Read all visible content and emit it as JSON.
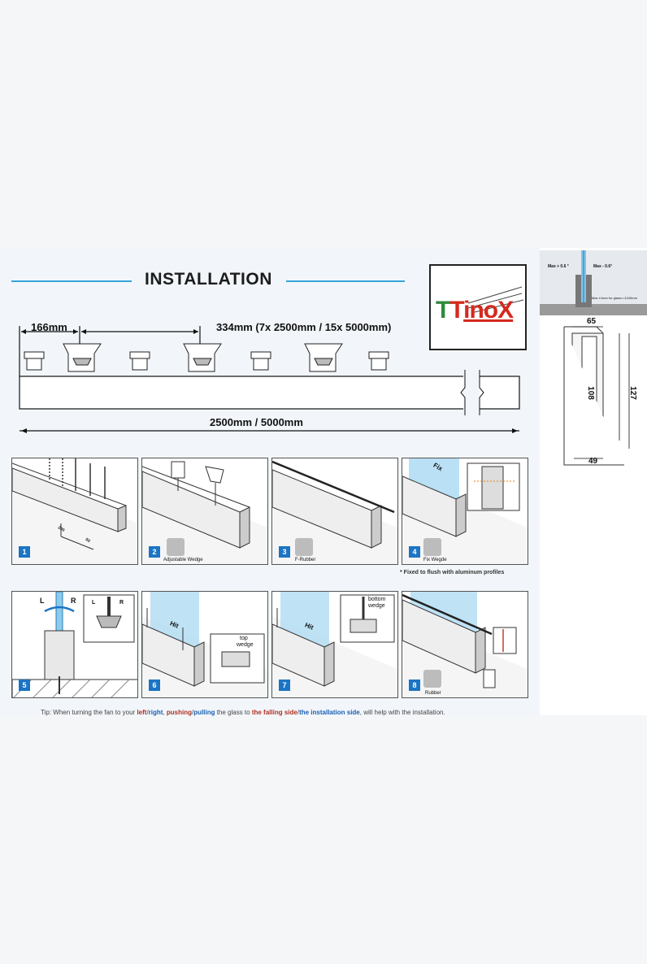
{
  "header": {
    "title": "INSTALLATION"
  },
  "logo": {
    "part1": "T",
    "part2": "T",
    "part3": "inoX"
  },
  "top_diagram": {
    "dim_left": "166mm",
    "dim_mid": "334mm (7x 2500mm / 15x 5000mm)",
    "dim_total": "2500mm / 5000mm"
  },
  "steps": [
    {
      "num": "1",
      "label": "",
      "dims": [
        "200",
        "50"
      ]
    },
    {
      "num": "2",
      "label": "Adjustable Wedge"
    },
    {
      "num": "3",
      "label": "F-Rubber"
    },
    {
      "num": "4",
      "label": "Fix Wegde",
      "arrow_text": "Fix"
    },
    {
      "num": "5",
      "label": "",
      "left": "L",
      "right": "R"
    },
    {
      "num": "6",
      "label": "",
      "hit": "Hit",
      "callout_1": "top",
      "callout_2": "wedge"
    },
    {
      "num": "7",
      "label": "",
      "hit": "Hit",
      "callout_1": "bottom",
      "callout_2": "wedge"
    },
    {
      "num": "8",
      "label": "Rubber"
    }
  ],
  "footnote": "* Fixed to flush with aluminum profiles",
  "tip": {
    "t1": "Tip: When turning the fan to your ",
    "left": "left",
    "slash1": "/",
    "right": "right",
    "t2": ", ",
    "pushing": "pushing",
    "slash2": "/",
    "pulling": "pulling",
    "t3": " the glass to ",
    "falling": "the falling side",
    "slash3": "/",
    "installation": "the installation side",
    "t4": ", will help with the installation."
  },
  "side_panel": {
    "max_plus": "Max + 0.6 °",
    "max_minus": "Max - 0.6°",
    "max_note": "Max ±1mm for glass<=1100mm",
    "d65": "65",
    "d108": "108",
    "d127": "127",
    "d49": "49"
  }
}
